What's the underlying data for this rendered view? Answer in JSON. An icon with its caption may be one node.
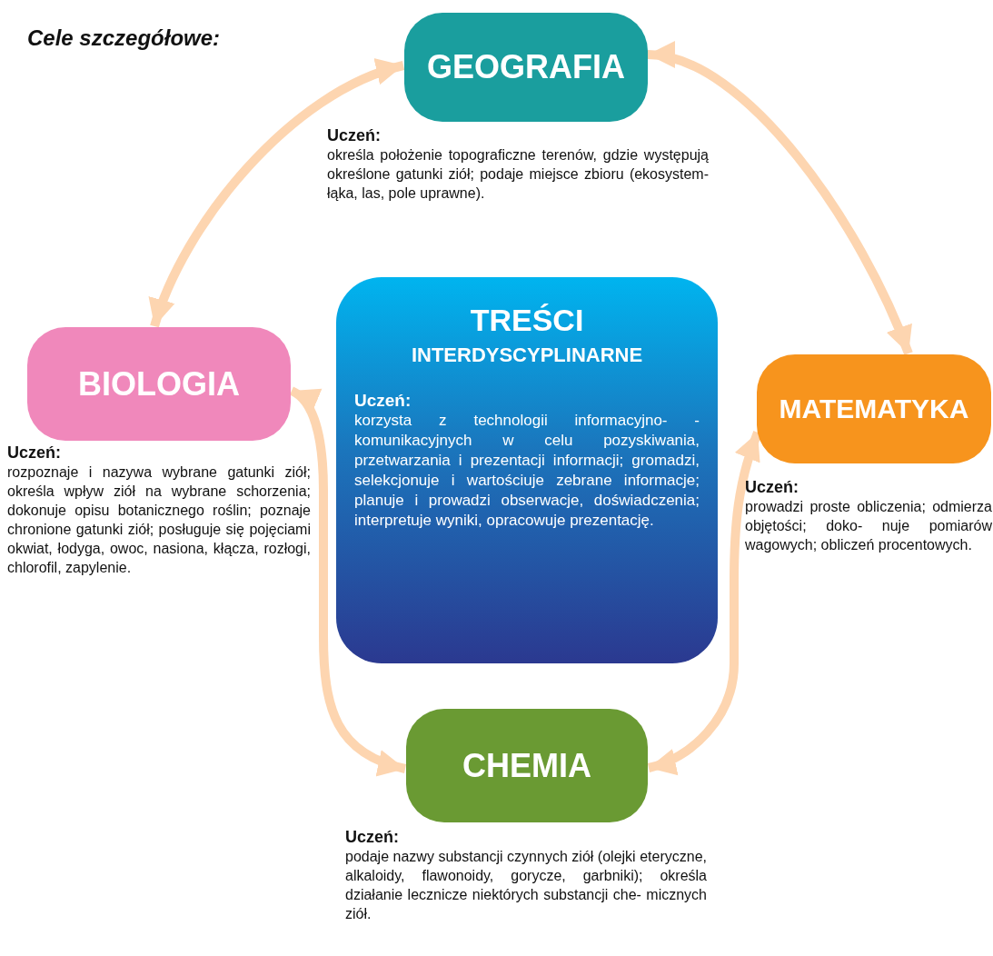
{
  "diagram": {
    "title": "Cele szczegółowe:",
    "nodes": [
      {
        "text": [
          "GEOGRAFIA"
        ],
        "beside": [
          "Uczeń:",
          "określa położenie topograficzne terenów, gdzie występują określone gatunki ziół; podaje miejsce zbioru (ekosystem- łąka, las, pole uprawne)."
        ]
      },
      {
        "text": [
          "BIOLOGIA"
        ],
        "beside": [
          "Uczeń:",
          "rozpoznaje i nazywa wybrane gatunki ziół; określa wpływ ziół na wybrane schorzenia; dokonuje opisu botanicznego roślin; poznaje chronione gatunki ziół; posługuje się pojęciami okwiat, łodyga, owoc, nasiona, kłącza, rozłogi, chlorofil, zapylenie."
        ]
      },
      {
        "text": [
          "TREŚCI",
          "INTERDYSCYPLINARNE",
          "Uczeń:",
          "korzysta z technologii informacyjno- -komunikacyjnych w celu pozyskiwania, przetwarzania i prezentacji informacji; gromadzi, selekcjonuje i wartościuje zebrane informacje; planuje i prowadzi obserwacje, doświadczenia; interpretuje wyniki, opracowuje prezentację."
        ]
      },
      {
        "text": [
          "MATEMATYKA"
        ],
        "beside": [
          "Uczeń:",
          "prowadzi proste obliczenia; odmierza objętości; doko- nuje pomiarów wagowych; obliczeń procentowych."
        ]
      },
      {
        "text": [
          "CHEMIA"
        ],
        "beside": [
          "Uczeń:",
          "podaje nazwy substancji czynnych ziół (olejki eteryczne, alkaloidy, flawonoidy, gorycze, garbniki); określa działanie lecznicze niektórych substancji che- micznych ziół."
        ]
      }
    ],
    "edges": [
      {
        "from": 0,
        "to": 3,
        "arrow": "both"
      },
      {
        "from": 3,
        "to": 4,
        "arrow": "both"
      },
      {
        "from": 4,
        "to": 1,
        "arrow": "both"
      },
      {
        "from": 1,
        "to": 0,
        "arrow": "both"
      }
    ]
  }
}
